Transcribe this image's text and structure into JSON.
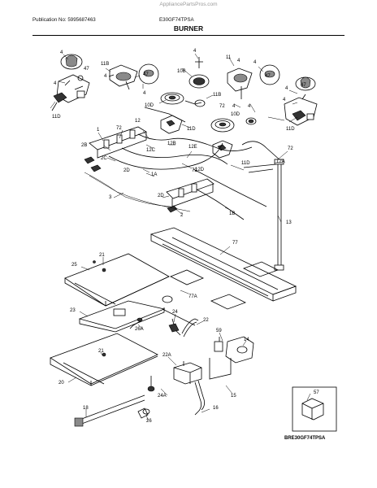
{
  "header": {
    "watermark": "AppliancePartsPros.com",
    "publication": "Publication No: 5995687463",
    "model": "E30GF74TPSA",
    "page_number": "",
    "section_title": "BURNER"
  },
  "callouts": {
    "c4a": "4",
    "c47a": "47",
    "c11Ba": "11B",
    "c4b": "4",
    "c47b": "47",
    "c4c": "4",
    "c11D_left": "11D",
    "c4d": "4",
    "c4e": "4",
    "c10B": "10B",
    "c10D_top": "10D",
    "c11B_mid": "11B",
    "c11": "11",
    "c47c": "47",
    "c4f": "4",
    "c4g": "4",
    "c4h": "4",
    "c47d": "47",
    "c4i": "4",
    "c11D_right": "11D",
    "c72a": "72",
    "c4j": "4",
    "c4k": "4",
    "c10D_mid": "10D",
    "c1": "1",
    "c72b": "72",
    "c12": "12",
    "c11D_mid": "11D",
    "c2B": "2B",
    "c12C": "12C",
    "c12B": "12B",
    "c12E": "12E",
    "c2C": "2C",
    "c2D_a": "2D",
    "c1A": "1A",
    "c12D": "12D",
    "c11D_low": "11D",
    "c12A": "12A",
    "c72c": "72",
    "c72d": "72",
    "c2D_b": "2D",
    "c3": "3",
    "c2": "2",
    "c1B": "1B",
    "c13": "13",
    "c77": "77",
    "c25": "25",
    "c21a": "21",
    "c77A": "77A",
    "c23": "23",
    "c24": "24",
    "c22": "22",
    "c26A": "26A",
    "c59": "59",
    "c14": "14",
    "c21b": "21",
    "c22A": "22A",
    "c20": "20",
    "c15": "15",
    "c24A": "24A",
    "c16": "16",
    "c18": "18",
    "c26": "26",
    "c57": "57"
  },
  "reference": {
    "code": "BRE30GF74TPSA"
  }
}
